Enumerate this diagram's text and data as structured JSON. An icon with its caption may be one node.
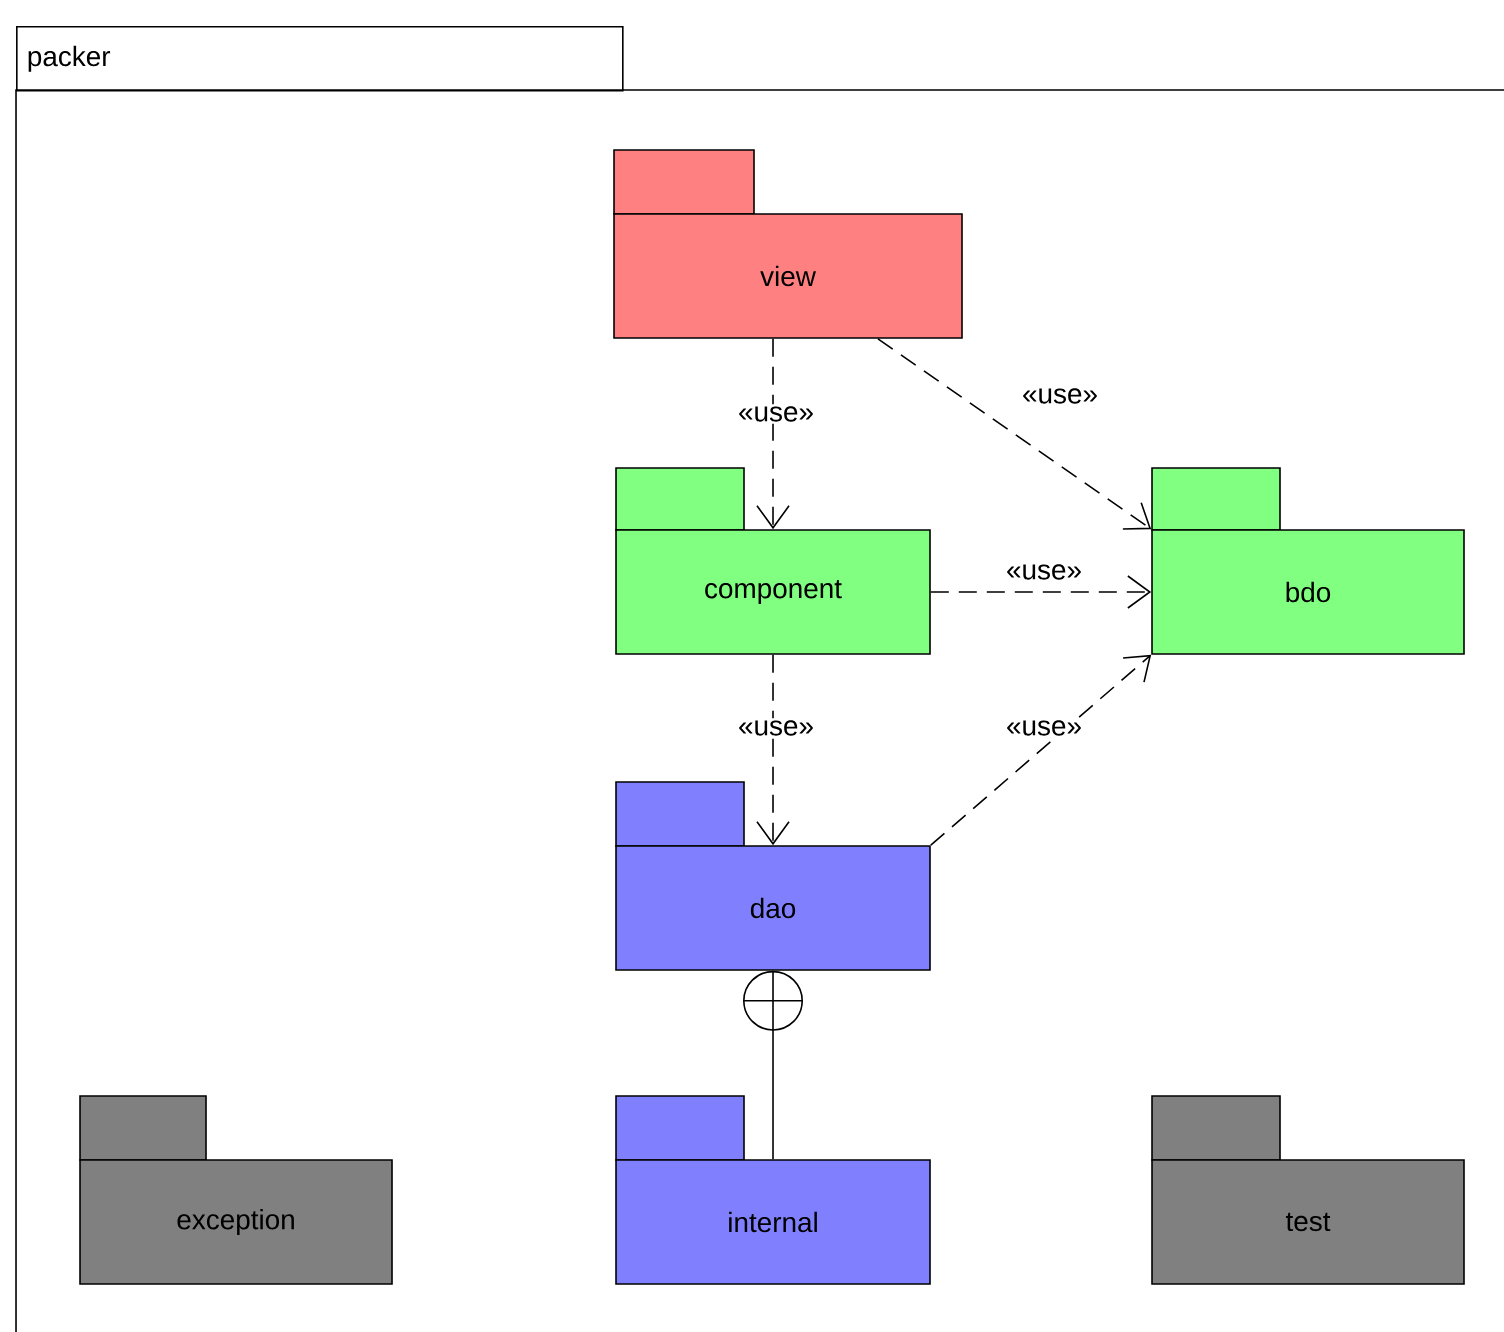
{
  "diagram": {
    "nodes": [
      {
        "text": [
          "packer"
        ]
      },
      {
        "text": [
          "view"
        ],
        "in": 0
      },
      {
        "text": [
          "component"
        ],
        "in": 0
      },
      {
        "text": [
          "bdo"
        ],
        "in": 0
      },
      {
        "text": [
          "dao"
        ],
        "in": 0
      },
      {
        "text": [
          "exception"
        ],
        "in": 0
      },
      {
        "text": [
          "internal"
        ],
        "in": 0
      },
      {
        "text": [
          "test"
        ],
        "in": 0
      }
    ],
    "edges": [
      {
        "from": 1,
        "to": 2,
        "arrow": "to",
        "style": "dashed",
        "label": "«use»"
      },
      {
        "from": 1,
        "to": 3,
        "arrow": "to",
        "style": "dashed",
        "label": "«use»"
      },
      {
        "from": 2,
        "to": 3,
        "arrow": "to",
        "style": "dashed",
        "label": "«use»"
      },
      {
        "from": 2,
        "to": 4,
        "arrow": "to",
        "style": "dashed",
        "label": "«use»"
      },
      {
        "from": 4,
        "to": 3,
        "arrow": "to",
        "style": "dashed",
        "label": "«use»"
      },
      {
        "from": 4,
        "to": 6,
        "arrow": "other"
      }
    ]
  }
}
